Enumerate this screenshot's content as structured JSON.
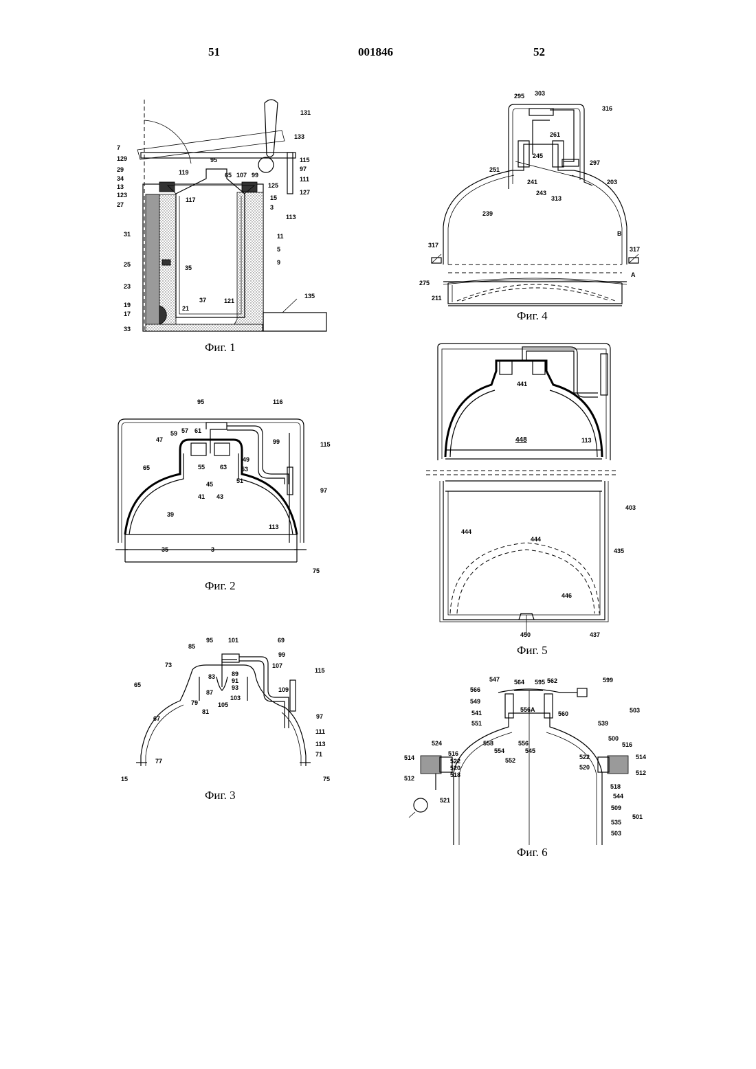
{
  "header": {
    "page_left": "51",
    "doc_number": "001846",
    "page_right": "52"
  },
  "captions": {
    "fig1": "Фиг. 1",
    "fig2": "Фиг. 2",
    "fig3": "Фиг. 3",
    "fig4": "Фиг. 4",
    "fig5": "Фиг. 5",
    "fig6": "Фиг. 6"
  },
  "fig1_labels": [
    "131",
    "7",
    "129",
    "29",
    "34",
    "13",
    "123",
    "27",
    "31",
    "25",
    "23",
    "19",
    "17",
    "33",
    "95",
    "119",
    "117",
    "65",
    "107",
    "99",
    "133",
    "115",
    "97",
    "111",
    "127",
    "125",
    "113",
    "15",
    "3",
    "11",
    "5",
    "9",
    "35",
    "37",
    "121",
    "21",
    "135"
  ],
  "fig2_labels": [
    "95",
    "116",
    "57",
    "61",
    "59",
    "47",
    "65",
    "55",
    "45",
    "41",
    "43",
    "63",
    "49",
    "53",
    "51",
    "99",
    "115",
    "97",
    "39",
    "113",
    "35",
    "3",
    "75"
  ],
  "fig3_labels": [
    "95",
    "101",
    "69",
    "85",
    "99",
    "107",
    "73",
    "65",
    "83",
    "89",
    "91",
    "87",
    "93",
    "103",
    "105",
    "79",
    "81",
    "109",
    "115",
    "67",
    "97",
    "111",
    "113",
    "71",
    "77",
    "15",
    "75"
  ],
  "fig4_labels": [
    "295",
    "303",
    "316",
    "261",
    "245",
    "297",
    "251",
    "241",
    "243",
    "313",
    "203",
    "239",
    "B",
    "317",
    "317",
    "275",
    "A",
    "211"
  ],
  "fig5_labels": [
    "441",
    "448",
    "113",
    "403",
    "444",
    "444",
    "435",
    "446",
    "450",
    "437"
  ],
  "fig6_labels": [
    "547",
    "564",
    "595",
    "562",
    "599",
    "566",
    "549",
    "541",
    "556A",
    "560",
    "551",
    "539",
    "503",
    "558",
    "556",
    "554",
    "552",
    "545",
    "524",
    "514",
    "516",
    "522",
    "520",
    "518",
    "512",
    "521",
    "500",
    "516",
    "522",
    "520",
    "514",
    "512",
    "518",
    "544",
    "509",
    "501",
    "535",
    "503"
  ]
}
